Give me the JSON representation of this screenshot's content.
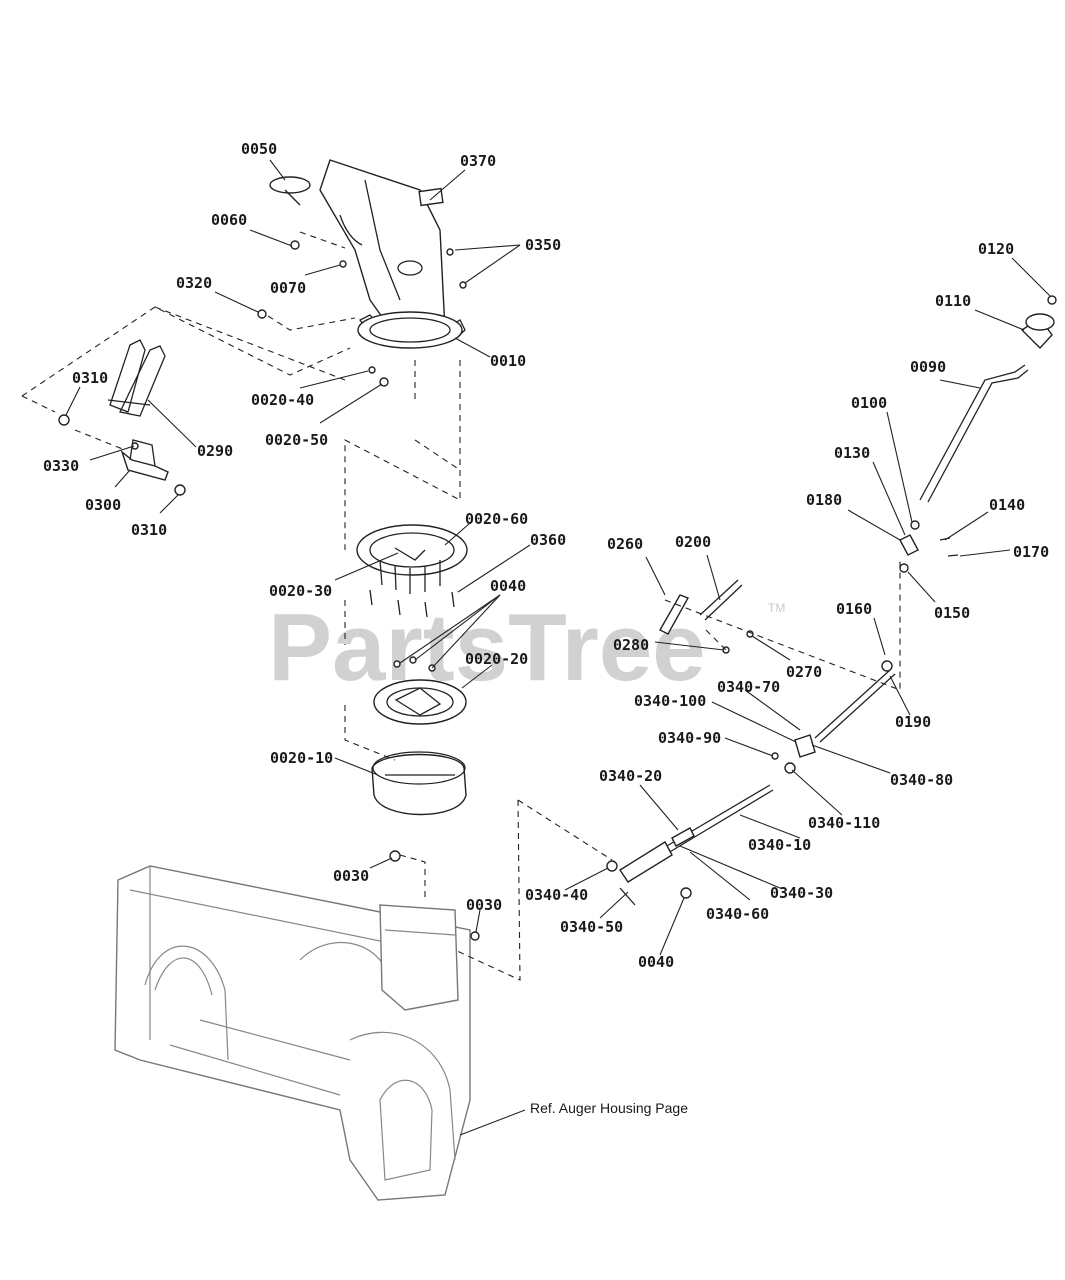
{
  "watermark": {
    "text": "PartsTree",
    "trademark": "TM"
  },
  "reference_note": "Ref. Auger Housing Page",
  "labels": [
    "0050",
    "0370",
    "0060",
    "0350",
    "0070",
    "0320",
    "0010",
    "0020-40",
    "0020-50",
    "0310",
    "0330",
    "0290",
    "0300",
    "0310",
    "0120",
    "0110",
    "0090",
    "0100",
    "0130",
    "0180",
    "0140",
    "0170",
    "0150",
    "0020-60",
    "0360",
    "0020-30",
    "0040",
    "0020-20",
    "0020-10",
    "0260",
    "0200",
    "0160",
    "0280",
    "0270",
    "0190",
    "0340-70",
    "0340-100",
    "0340-90",
    "0340-80",
    "0340-20",
    "0340-110",
    "0340-10",
    "0030",
    "0340-40",
    "0340-30",
    "0030",
    "0340-60",
    "0340-50",
    "0040"
  ]
}
